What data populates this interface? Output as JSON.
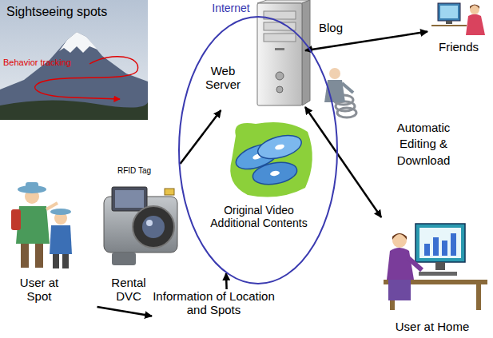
{
  "diagram": {
    "nodes": [
      {
        "text": [
          "Sightseeing spots",
          "Behavior tracking"
        ]
      },
      {
        "text": [
          "Internet"
        ]
      },
      {
        "text": [
          "Web Server"
        ],
        "in": 1
      },
      {
        "text": [
          "Original Video Additional Contents"
        ],
        "in": 1
      },
      {
        "text": [
          "Friends"
        ]
      },
      {
        "text": [
          "User at Home"
        ]
      },
      {
        "text": [
          "User at Spot"
        ]
      },
      {
        "text": [
          "RFID Tag",
          "Rental DVC"
        ]
      },
      {
        "text": [
          "Information of Location and Spots"
        ]
      }
    ],
    "edges": [
      {
        "from": 7,
        "to": 2,
        "arrow": "to"
      },
      {
        "from": 2,
        "to": 4,
        "label": "Blog",
        "arrow": "both"
      },
      {
        "from": 2,
        "to": 5,
        "label": "Automatic Editing & Download",
        "arrow": "both"
      },
      {
        "from": 7,
        "to": 8,
        "arrow": "to"
      },
      {
        "from": 8,
        "to": 1,
        "arrow": "to"
      }
    ]
  }
}
